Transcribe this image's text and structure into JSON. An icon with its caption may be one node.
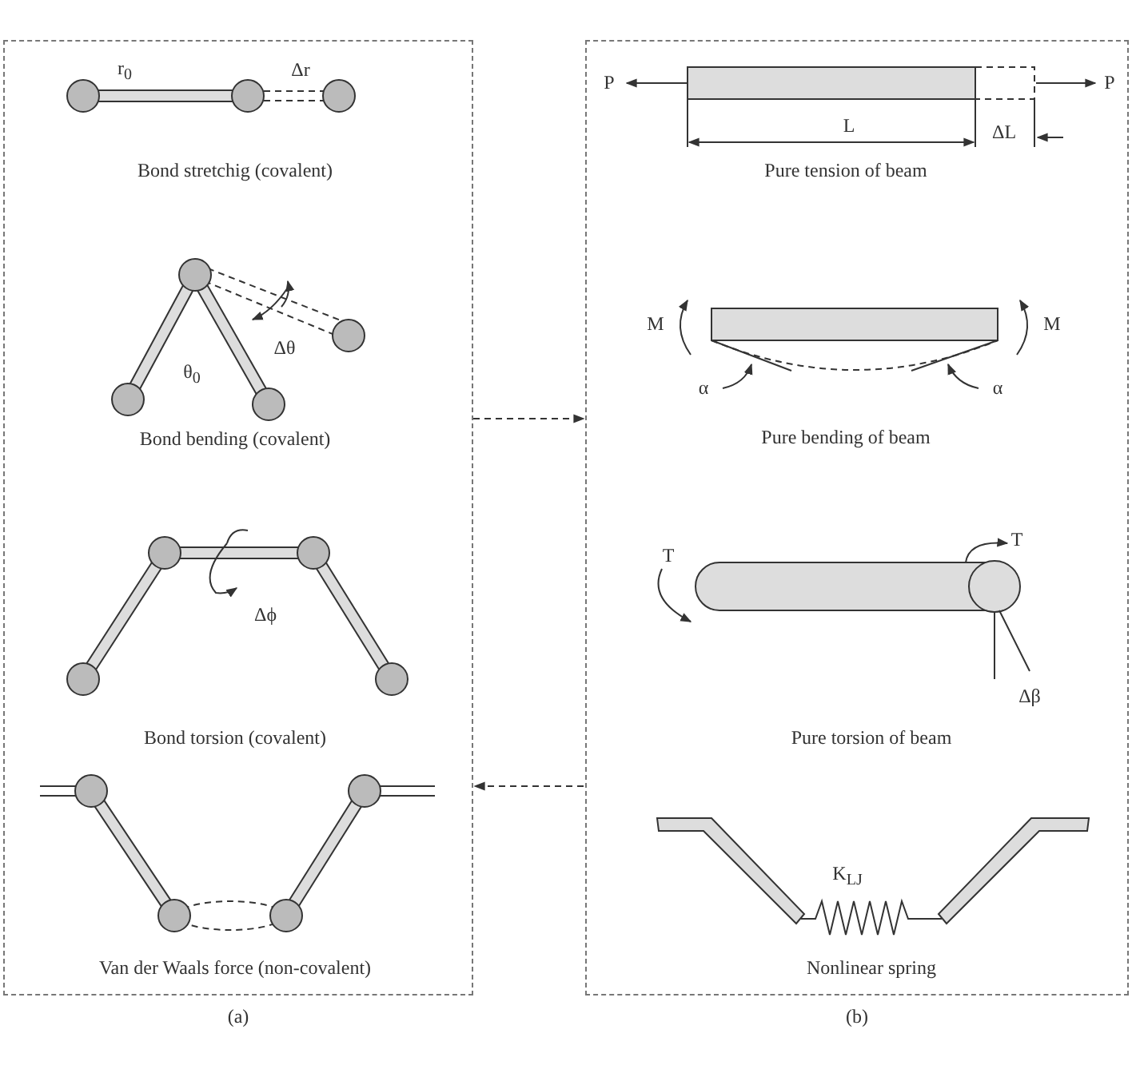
{
  "diagram": {
    "nodes": [
      {
        "text": [
          "(a)"
        ]
      },
      {
        "text": [
          "(b)"
        ]
      }
    ],
    "edges": [
      {
        "from": 0,
        "to": 1,
        "arrow": "to",
        "style": "dashed"
      },
      {
        "from": 1,
        "to": 0,
        "arrow": "to",
        "style": "dashed"
      }
    ],
    "labels": [
      "r$_{0}$",
      "Δr",
      "Bond stretchig (covalent)",
      "Δθ",
      "θ$_{0}$",
      "Bond bending (covalent)",
      "Δϕ",
      "Bond torsion (covalent)",
      "Van der Waals force (non-covalent)",
      "P",
      "P",
      "L",
      "ΔL",
      "Pure tension of beam",
      "M",
      "M",
      "α",
      "α",
      "Pure bending of beam",
      "T",
      "T",
      "Δβ",
      "Pure torsion of beam",
      "K$_{LJ}$",
      "Nonlinear spring"
    ]
  }
}
